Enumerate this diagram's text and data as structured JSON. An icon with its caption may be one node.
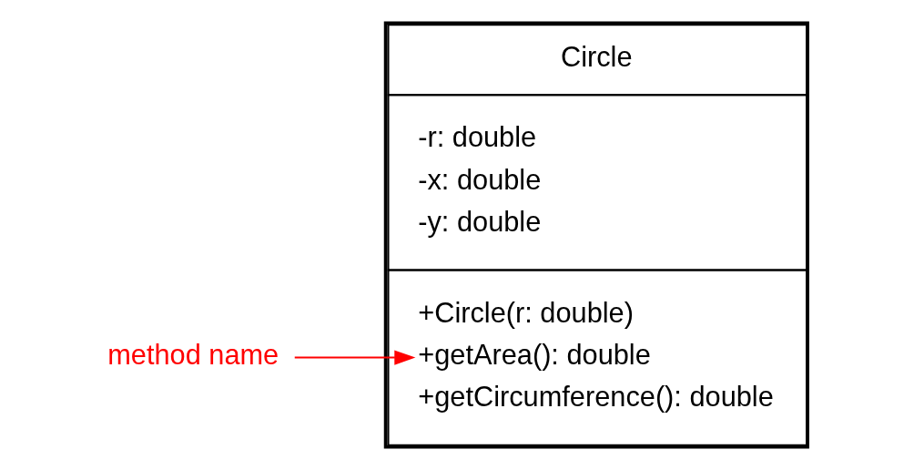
{
  "diagram": {
    "nodes": [
      {
        "text": [
          "Circle",
          "-r: double",
          "-x: double",
          "-y: double",
          "+Circle(r: double)",
          "+getArea(): double",
          "+getCircumference(): double"
        ]
      },
      {
        "text": [
          "method name"
        ]
      }
    ],
    "edges": [
      {
        "from": 1,
        "to": 0,
        "arrow": "to",
        "color": "#ff0000"
      }
    ]
  }
}
